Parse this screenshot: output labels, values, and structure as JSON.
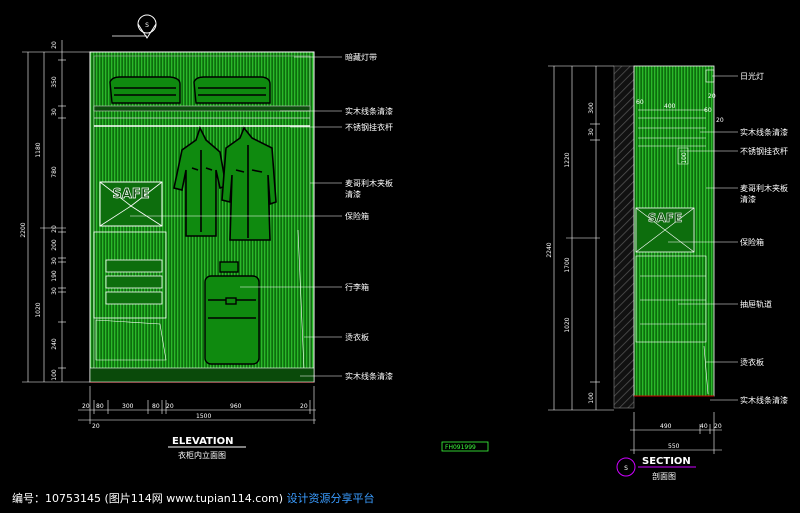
{
  "elevation": {
    "title": "ELEVATION",
    "subtitle": "衣柜内立面图",
    "labels": [
      "暗藏灯带",
      "实木线条清漆",
      "不锈钢挂衣杆",
      "麦哥利木夹板",
      "清漆",
      "保险箱",
      "行李箱",
      "烫衣板",
      "实木线条清漆"
    ],
    "vdims_outer": [
      "1180",
      "2200",
      "1020"
    ],
    "vdims_inner": [
      "20",
      "350",
      "30",
      "780",
      "20",
      "200",
      "30",
      "190",
      "30",
      "240",
      "100"
    ],
    "hdims_top": [
      "20",
      "80",
      "300",
      "80",
      "20",
      "960",
      "20"
    ],
    "hdims_bottom": [
      "20",
      "1500"
    ],
    "safe_text": "SAFE"
  },
  "section": {
    "title": "SECTION",
    "subtitle": "剖面图",
    "marker": "S",
    "labels": [
      "日光灯",
      "实木线条清漆",
      "不锈钢挂衣杆",
      "麦哥利木夹板",
      "清漆",
      "保险箱",
      "抽屉轨道",
      "烫衣板",
      "实木线条清漆"
    ],
    "vdims_outer": [
      "2240"
    ],
    "vdims_mid": [
      "1220",
      "1700",
      "1020"
    ],
    "vdims_inner": [
      "300",
      "30",
      "100"
    ],
    "top_dims": [
      "60",
      "400",
      "20",
      "60",
      "20"
    ],
    "hdims": [
      "490",
      "40",
      "20",
      "550"
    ],
    "small_dim": "100",
    "safe_text": "SAFE"
  },
  "top_marker": "S",
  "stamp": "FH091999",
  "footer": {
    "left": "编号：10753145 (图片114网 www.tupian114.com)",
    "right": "设计资源分享平台"
  }
}
